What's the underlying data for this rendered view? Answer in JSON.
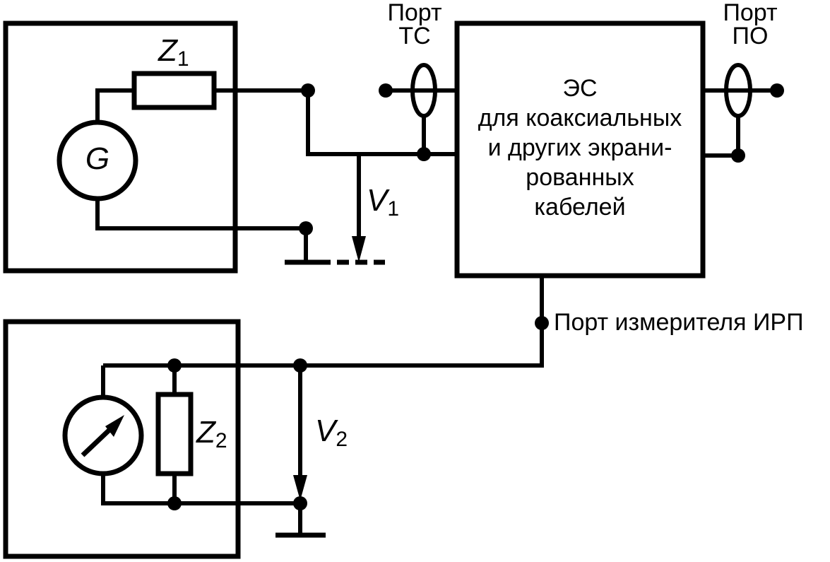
{
  "colors": {
    "ink": "#000000",
    "paper": "#ffffff"
  },
  "generator_box": {
    "generator_label": "G",
    "impedance": {
      "base": "Z",
      "sub": "1"
    }
  },
  "tc_port": {
    "line1": "Порт",
    "line2": "ТС"
  },
  "po_port": {
    "line1": "Порт",
    "line2": "ПО"
  },
  "es_box": {
    "lines": [
      "ЭС",
      "для коаксиальных",
      "и других экрани-",
      "рованных",
      "кабелей"
    ]
  },
  "irp_port": {
    "label": "Порт измерителя ИРП"
  },
  "voltages": {
    "v1": {
      "base": "V",
      "sub": "1"
    },
    "v2": {
      "base": "V",
      "sub": "2"
    }
  },
  "meter_box": {
    "impedance": {
      "base": "Z",
      "sub": "2"
    }
  }
}
